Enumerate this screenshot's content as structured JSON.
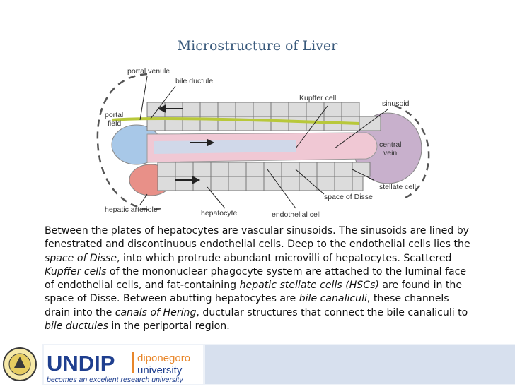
{
  "title": "Microstructure of Liver",
  "diagram": {
    "labels": {
      "portal_venule": "portal venule",
      "bile_ductule": "bile ductule",
      "portal_field": "portal\nfield",
      "kupffer_cell": "Kupffer cell",
      "sinusoid": "sinusoid",
      "central_vein": "central\nvein",
      "stellate_cell": "stellate cell",
      "space_of_disse": "space of Disse",
      "hepatic_arteriole": "hepatic arteriole",
      "hepatocyte": "hepatocyte",
      "endothelial_cell": "endothelial cell"
    },
    "colors": {
      "hepatocyte_fill": "#dcdcdc",
      "portal_venule": "#a8c8e8",
      "bile": "#c8d84a",
      "sinusoid_pink": "#f0c8d4",
      "arteriole": "#e89088",
      "central_vein": "#c8b0cc"
    }
  },
  "paragraph": [
    {
      "t": "Between the plates of hepatocytes are vascular sinusoids. The sinusoids are lined by fenestrated and discontinuous endothelial cells. Deep to the endothelial cells lies the ",
      "i": false
    },
    {
      "t": "space of Disse",
      "i": true
    },
    {
      "t": ", into which protrude abundant microvilli of hepatocytes. Scattered ",
      "i": false
    },
    {
      "t": "Kupffer cells",
      "i": true
    },
    {
      "t": " of the mononuclear phagocyte system are attached to the luminal face of endothelial cells, and fat-containing ",
      "i": false
    },
    {
      "t": "hepatic stellate cells (HSCs)",
      "i": true
    },
    {
      "t": " are found in the space of Disse. Between abutting hepatocytes are ",
      "i": false
    },
    {
      "t": "bile canaliculi",
      "i": true
    },
    {
      "t": ", these channels drain into the ",
      "i": false
    },
    {
      "t": "canals of Hering",
      "i": true
    },
    {
      "t": ", ductular structures that connect the bile canaliculi to ",
      "i": false
    },
    {
      "t": "bile ductules",
      "i": true
    },
    {
      "t": " in the periportal region.",
      "i": false
    }
  ],
  "footer": {
    "undip": "UNDIP",
    "diponegoro": "diponegoro",
    "university": "university",
    "tagline": "becomes an excellent research university",
    "colors": {
      "band": "#1f3f8f",
      "accent": "#e8862a"
    }
  }
}
